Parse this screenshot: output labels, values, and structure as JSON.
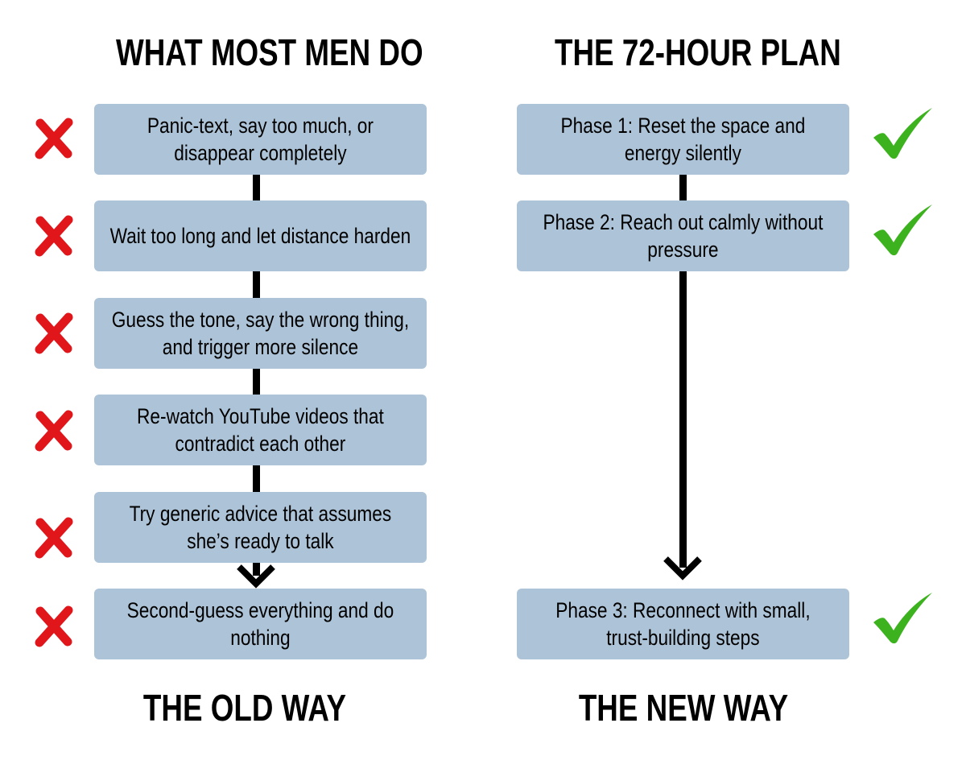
{
  "colors": {
    "box_fill": "#adc3d7",
    "cross": "#e0161b",
    "check": "#3cb21f",
    "text": "#000000",
    "connector": "#000000"
  },
  "old_way": {
    "title": "WHAT MOST MEN DO",
    "footer": "THE OLD WAY",
    "marker_icon": "red-cross-icon",
    "steps": [
      "Panic-text, say too much, or disappear completely",
      "Wait too long and let distance harden",
      "Guess the tone, say the wrong thing, and trigger more silence",
      "Re-watch YouTube videos that contradict each other",
      "Try generic advice that assumes she’s ready to talk",
      "Second-guess everything and do nothing"
    ]
  },
  "new_way": {
    "title": "THE 72-HOUR PLAN",
    "footer": "THE NEW WAY",
    "marker_icon": "green-check-icon",
    "steps": [
      "Phase 1: Reset the space and energy silently",
      "Phase 2: Reach out calmly without pressure",
      "Phase 3: Reconnect with small, trust-building steps"
    ]
  }
}
